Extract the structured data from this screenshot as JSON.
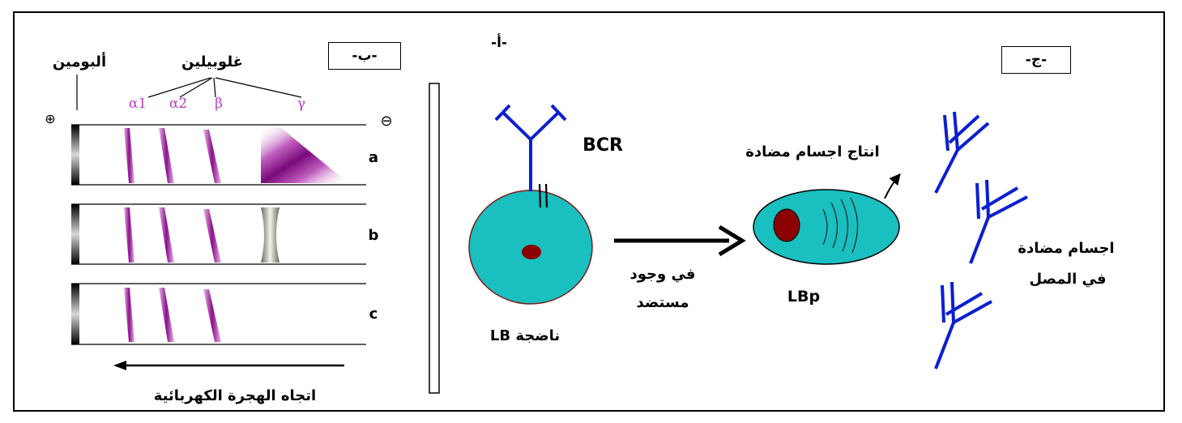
{
  "panel_b": {
    "tag": "-ب-",
    "albumin_label": "ألبومين",
    "globulin_label": "غلوبيلين",
    "fractions": [
      "α1",
      "α2",
      "β",
      "γ"
    ],
    "anode_symbol": "⊕",
    "cathode_symbol": "⊖",
    "lanes": [
      "a",
      "b",
      "c"
    ],
    "direction_label": "اتجاه الهجرة الكهربائية"
  },
  "panel_a": {
    "tag_partial": "-أ-",
    "mature_cell_label": "LB  ناضجة",
    "receptor_label": "BCR",
    "condition_line1": "في وجود",
    "condition_line2": "مستضد",
    "production_label": "انتاج اجسام مضادة",
    "plasma_cell_label": "LBp"
  },
  "panel_c": {
    "tag": "-ج-",
    "serum_line1": "اجسام مضادة",
    "serum_line2": "في المصل"
  },
  "colors": {
    "cell_fill": "#1ABFBF",
    "nucleus": "#8B0000",
    "antibody": "#0A1FD0",
    "band": "#9B1C9B",
    "fraction_label": "#C03CC0"
  }
}
